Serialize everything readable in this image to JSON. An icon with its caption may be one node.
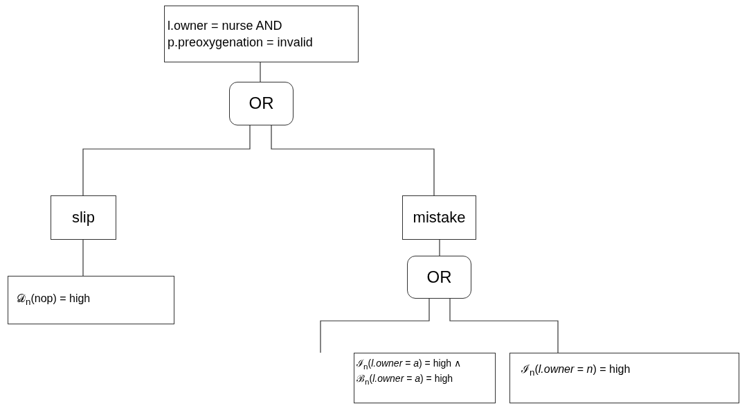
{
  "diagram": {
    "nodes": [
      {
        "text": [
          "l.owner = nurse AND p.preoxygenation = invalid"
        ]
      },
      {
        "text": [
          "OR"
        ]
      },
      {
        "text": [
          "slip"
        ]
      },
      {
        "text": [
          "mistake"
        ]
      },
      {
        "text": [
          "𝒟$_{n}$(nop) =  high"
        ]
      },
      {
        "text": [
          "OR"
        ]
      },
      {
        "text": [
          "ℐ$_{n}$(*l.owner* = *a*) =  high  ∧",
          "ℬ$_{n}$(*l.owner* = *a*) =  high"
        ]
      },
      {
        "text": [
          "ℐ$_{n}$(*l.owner* = *n*) =  high"
        ]
      }
    ],
    "edges": [
      {
        "from": 0,
        "to": 1,
        "arrow": "none"
      },
      {
        "from": 1,
        "to": 2,
        "arrow": "none"
      },
      {
        "from": 1,
        "to": 3,
        "arrow": "none"
      },
      {
        "from": 2,
        "to": 4,
        "arrow": "none"
      },
      {
        "from": 3,
        "to": 5,
        "arrow": "none"
      },
      {
        "from": 5,
        "to": 6,
        "arrow": "none"
      },
      {
        "from": 5,
        "to": 7,
        "arrow": "none"
      }
    ]
  }
}
